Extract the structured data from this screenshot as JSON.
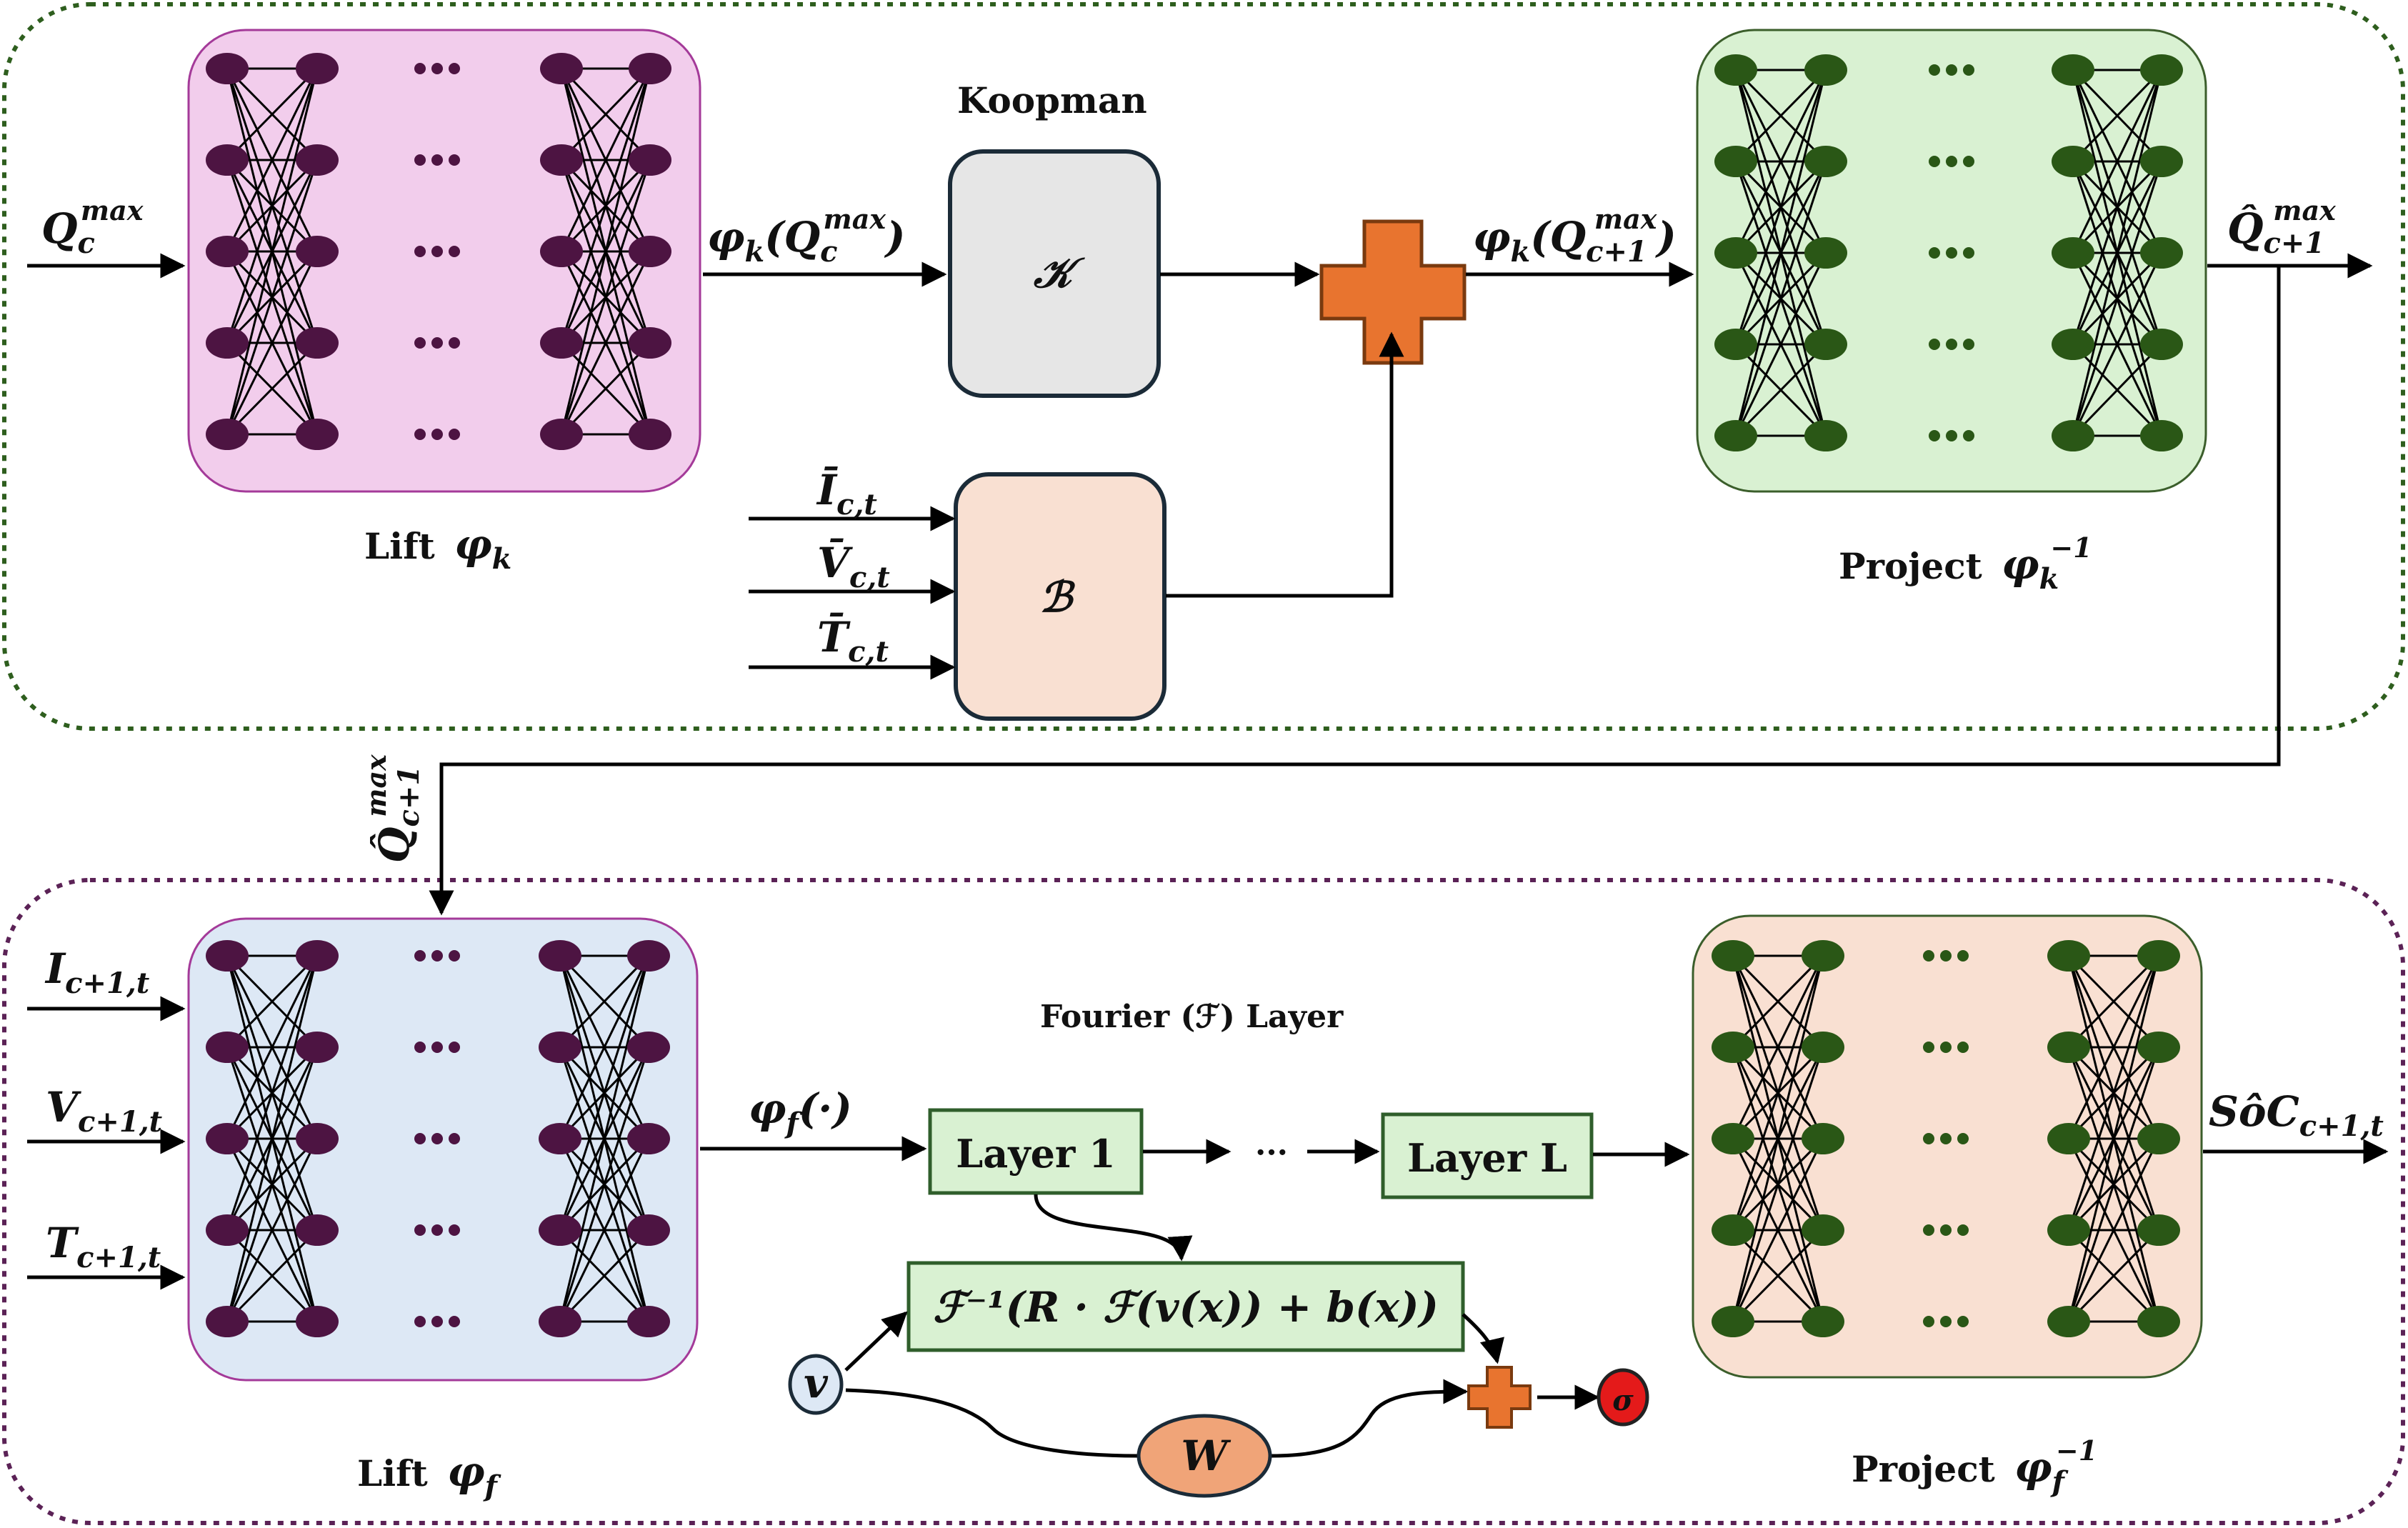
{
  "colors": {
    "top_frame": "#2e5e1e",
    "bottom_frame": "#5b2256",
    "lift_koopman_fill": "#f2cdec",
    "lift_koopman_stroke": "#a43a99",
    "lift_fourier_fill": "#dde8f5",
    "lift_fourier_stroke": "#a43a99",
    "project_koopman_fill": "#d9f1d2",
    "project_koopman_stroke": "#3b5e2b",
    "project_fourier_fill": "#f9e0d2",
    "project_fourier_stroke": "#3b5e2b",
    "purple_node": "#4d1442",
    "green_node": "#2a5716",
    "koopman_box": "#e6e6e6",
    "b_box": "#f9e0d2",
    "layer_box": "#d9f1d2",
    "plus": "#e8742f",
    "w_node": "#f0a478",
    "v_node": "#dde8f5",
    "sigma_node": "#e41a1a"
  },
  "icons": {
    "sum": "plus-sign-icon",
    "nn": "neural-network-icon"
  },
  "labels": {
    "koopman_title": "Koopman",
    "lift_k_text": "Lift",
    "lift_k_sym": "φ",
    "lift_k_sub": "k",
    "project_k_text": "Project",
    "project_k_sym": "φ",
    "project_k_sub": "k",
    "project_k_sup": "−1",
    "fourier_title": "Fourier (ℱ) Layer",
    "lift_f_text": "Lift",
    "lift_f_sym": "φ",
    "lift_f_sub": "f",
    "project_f_text": "Project",
    "project_f_sym": "φ",
    "project_f_sub": "f",
    "project_f_sup": "−1"
  },
  "boxes": {
    "koopman_operator": "𝒦",
    "b_operator": "ℬ",
    "layer_1": "Layer 1",
    "layer_l": "Layer L",
    "fourier_formula": "ℱ⁻¹(𝑹 · ℱ(𝒗(𝒙)) + 𝒃(𝒙))",
    "dots_between_layers": "···",
    "w_node": "W",
    "v_node": "v",
    "sigma_node": "σ"
  },
  "signals": {
    "q_in_main": "Q",
    "q_in_sub": "c",
    "q_in_sup": "max",
    "phi_q": "φ",
    "phi_q_sub": "k",
    "phi_q_open": "(Q",
    "phi_q_inner_sub": "c",
    "phi_q_inner_sup": "max",
    "phi_q_close": ")",
    "phi_next": "φ",
    "phi_next_sub": "k",
    "phi_next_open": "(Q",
    "phi_next_inner_sub": "c+1",
    "phi_next_inner_sup": "max",
    "phi_next_close": ")",
    "q_hat_main": "Q̂",
    "q_hat_sub": "c+1",
    "q_hat_sup": "max",
    "i_bar": "Ī",
    "i_bar_sub": "c,t",
    "v_bar": "V̄",
    "v_bar_sub": "c,t",
    "t_bar": "T̄",
    "t_bar_sub": "c,t",
    "q_hat_rot_main": "Q̂",
    "q_hat_rot_sub": "c+1",
    "q_hat_rot_sup": "max",
    "i_in": "I",
    "i_in_sub": "c+1,t",
    "v_in": "V",
    "v_in_sub": "c+1,t",
    "t_in": "T",
    "t_in_sub": "c+1,t",
    "phi_f": "φ",
    "phi_f_sub": "f",
    "phi_f_arg": "(·)",
    "soc_out": "SôC",
    "soc_out_sub": "c+1,t"
  }
}
